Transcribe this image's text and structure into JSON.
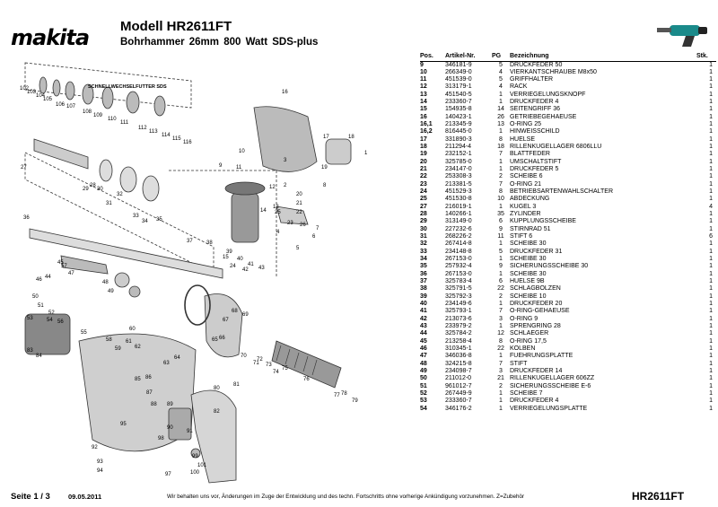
{
  "header": {
    "brand": "makita",
    "model_title": "Modell HR2611FT",
    "subtitle": "Bohrhammer 26mm   800 Watt   SDS-plus"
  },
  "diagram": {
    "section_label": "SCHNELLWECHSELFUTTER SDS",
    "callouts": [
      "1",
      "2",
      "3",
      "4",
      "5",
      "6",
      "7",
      "8",
      "9",
      "10",
      "11",
      "12",
      "13",
      "14",
      "15",
      "16",
      "17",
      "18",
      "19",
      "20",
      "21",
      "22",
      "23",
      "24",
      "25",
      "26",
      "27",
      "28",
      "29",
      "30",
      "31",
      "32",
      "33",
      "34",
      "35",
      "36",
      "37",
      "38",
      "39",
      "40",
      "41",
      "42",
      "43",
      "44",
      "45",
      "46",
      "47",
      "48",
      "49",
      "50",
      "51",
      "52",
      "53",
      "54",
      "55",
      "56",
      "57",
      "58",
      "59",
      "60",
      "61",
      "62",
      "63",
      "64",
      "65",
      "66",
      "67",
      "68",
      "69",
      "70",
      "71",
      "72",
      "73",
      "74",
      "75",
      "76",
      "77",
      "78",
      "79",
      "80",
      "81",
      "82",
      "83",
      "84",
      "85",
      "86",
      "87",
      "88",
      "89",
      "90",
      "91",
      "92",
      "93",
      "94",
      "95",
      "96",
      "97",
      "98",
      "99",
      "100",
      "101",
      "102",
      "103",
      "104",
      "105",
      "106",
      "107",
      "108",
      "109",
      "110",
      "111",
      "112",
      "113",
      "114",
      "115",
      "116"
    ]
  },
  "parts_table": {
    "headers": {
      "pos": "Pos.",
      "art": "Artikel-Nr.",
      "pg": "PG",
      "bez": "Bezeichnung",
      "stk": "Stk."
    },
    "rows": [
      {
        "pos": "9",
        "art": "346181-9",
        "pg": "5",
        "bez": "DRUCKFEDER 50",
        "stk": "1"
      },
      {
        "pos": "10",
        "art": "266349-0",
        "pg": "4",
        "bez": "VIERKANTSCHRAUBE M8x50",
        "stk": "1"
      },
      {
        "pos": "11",
        "art": "451539-0",
        "pg": "5",
        "bez": "GRIFFHALTER",
        "stk": "1"
      },
      {
        "pos": "12",
        "art": "313179-1",
        "pg": "4",
        "bez": "RACK",
        "stk": "1"
      },
      {
        "pos": "13",
        "art": "451540-5",
        "pg": "1",
        "bez": "VERRIEGELUNGSKNOPF",
        "stk": "1"
      },
      {
        "pos": "14",
        "art": "233360-7",
        "pg": "1",
        "bez": "DRUCKFEDER 4",
        "stk": "1"
      },
      {
        "pos": "15",
        "art": "154935-8",
        "pg": "14",
        "bez": "SEITENGRIFF 36",
        "stk": "1"
      },
      {
        "pos": "16",
        "art": "140423-1",
        "pg": "26",
        "bez": "GETRIEBEGEHAEUSE",
        "stk": "1"
      },
      {
        "pos": "16,1",
        "art": "213345-9",
        "pg": "13",
        "bez": "O-RING 25",
        "stk": "1"
      },
      {
        "pos": "16,2",
        "art": "816445-0",
        "pg": "1",
        "bez": "HINWEISSCHILD",
        "stk": "1"
      },
      {
        "pos": "17",
        "art": "331890-3",
        "pg": "8",
        "bez": "HUELSE",
        "stk": "1"
      },
      {
        "pos": "18",
        "art": "211294-4",
        "pg": "18",
        "bez": "RILLENKUGELLAGER 6806LLU",
        "stk": "1"
      },
      {
        "pos": "19",
        "art": "232152-1",
        "pg": "7",
        "bez": "BLATTFEDER",
        "stk": "1"
      },
      {
        "pos": "20",
        "art": "325785-0",
        "pg": "1",
        "bez": "UMSCHALTSTIFT",
        "stk": "1"
      },
      {
        "pos": "21",
        "art": "234147-0",
        "pg": "1",
        "bez": "DRUCKFEDER 5",
        "stk": "1"
      },
      {
        "pos": "22",
        "art": "253308-3",
        "pg": "2",
        "bez": "SCHEIBE 6",
        "stk": "1"
      },
      {
        "pos": "23",
        "art": "213381-5",
        "pg": "7",
        "bez": "O-RING 21",
        "stk": "1"
      },
      {
        "pos": "24",
        "art": "451529-3",
        "pg": "8",
        "bez": "BETRIEBSARTENWAHLSCHALTER",
        "stk": "1"
      },
      {
        "pos": "25",
        "art": "451530-8",
        "pg": "10",
        "bez": "ABDECKUNG",
        "stk": "1"
      },
      {
        "pos": "27",
        "art": "216019-1",
        "pg": "1",
        "bez": "KUGEL 3",
        "stk": "4"
      },
      {
        "pos": "28",
        "art": "140266-1",
        "pg": "35",
        "bez": "ZYLINDER",
        "stk": "1"
      },
      {
        "pos": "29",
        "art": "313149-0",
        "pg": "6",
        "bez": "KUPPLUNGSSCHEIBE",
        "stk": "1"
      },
      {
        "pos": "30",
        "art": "227232-6",
        "pg": "9",
        "bez": "STIRNRAD 51",
        "stk": "1"
      },
      {
        "pos": "31",
        "art": "268226-2",
        "pg": "11",
        "bez": "STIFT 6",
        "stk": "6"
      },
      {
        "pos": "32",
        "art": "267414-8",
        "pg": "1",
        "bez": "SCHEIBE 30",
        "stk": "1"
      },
      {
        "pos": "33",
        "art": "234148-8",
        "pg": "5",
        "bez": "DRUCKFEDER 31",
        "stk": "1"
      },
      {
        "pos": "34",
        "art": "267153-0",
        "pg": "1",
        "bez": "SCHEIBE 30",
        "stk": "1"
      },
      {
        "pos": "35",
        "art": "257932-4",
        "pg": "9",
        "bez": "SICHERUNGSSCHEIBE 30",
        "stk": "1"
      },
      {
        "pos": "36",
        "art": "267153-0",
        "pg": "1",
        "bez": "SCHEIBE 30",
        "stk": "1"
      },
      {
        "pos": "37",
        "art": "325783-4",
        "pg": "6",
        "bez": "HUELSE 9B",
        "stk": "1"
      },
      {
        "pos": "38",
        "art": "325791-5",
        "pg": "22",
        "bez": "SCHLAGBOLZEN",
        "stk": "1"
      },
      {
        "pos": "39",
        "art": "325792-3",
        "pg": "2",
        "bez": "SCHEIBE 10",
        "stk": "1"
      },
      {
        "pos": "40",
        "art": "234149-6",
        "pg": "1",
        "bez": "DRUCKFEDER 20",
        "stk": "1"
      },
      {
        "pos": "41",
        "art": "325793-1",
        "pg": "7",
        "bez": "O-RING-GEHAEUSE",
        "stk": "1"
      },
      {
        "pos": "42",
        "art": "213073-6",
        "pg": "3",
        "bez": "O-RING 9",
        "stk": "1"
      },
      {
        "pos": "43",
        "art": "233979-2",
        "pg": "1",
        "bez": "SPRENGRING 28",
        "stk": "1"
      },
      {
        "pos": "44",
        "art": "325784-2",
        "pg": "12",
        "bez": "SCHLAEGER",
        "stk": "1"
      },
      {
        "pos": "45",
        "art": "213258-4",
        "pg": "8",
        "bez": "O-RING 17,5",
        "stk": "1"
      },
      {
        "pos": "46",
        "art": "310345-1",
        "pg": "22",
        "bez": "KOLBEN",
        "stk": "1"
      },
      {
        "pos": "47",
        "art": "346036-8",
        "pg": "1",
        "bez": "FUEHRUNGSPLATTE",
        "stk": "1"
      },
      {
        "pos": "48",
        "art": "324215-8",
        "pg": "7",
        "bez": "STIFT",
        "stk": "1"
      },
      {
        "pos": "49",
        "art": "234098-7",
        "pg": "3",
        "bez": "DRUCKFEDER 14",
        "stk": "1"
      },
      {
        "pos": "50",
        "art": "211012-0",
        "pg": "21",
        "bez": "RILLENKUGELLAGER 606ZZ",
        "stk": "1"
      },
      {
        "pos": "51",
        "art": "961012-7",
        "pg": "2",
        "bez": "SICHERUNGSSCHEIBE E-6",
        "stk": "1"
      },
      {
        "pos": "52",
        "art": "267449-9",
        "pg": "1",
        "bez": "SCHEIBE 7",
        "stk": "1"
      },
      {
        "pos": "53",
        "art": "233360-7",
        "pg": "1",
        "bez": "DRUCKFEDER 4",
        "stk": "1"
      },
      {
        "pos": "54",
        "art": "346176-2",
        "pg": "1",
        "bez": "VERRIEGELUNGSPLATTE",
        "stk": "1"
      }
    ]
  },
  "footer": {
    "page": "Seite 1 / 3",
    "date": "09.05.2011",
    "disclaimer": "Wir behalten uns vor, Änderungen im Zuge der Entwicklung und des techn. Fortschritts ohne vorherige Ankündigung vorzunehmen. Z=Zubehör",
    "model": "HR2611FT"
  },
  "colors": {
    "brand_teal": "#1a8a8a",
    "ink": "#000000",
    "diagram_line": "#333333"
  }
}
